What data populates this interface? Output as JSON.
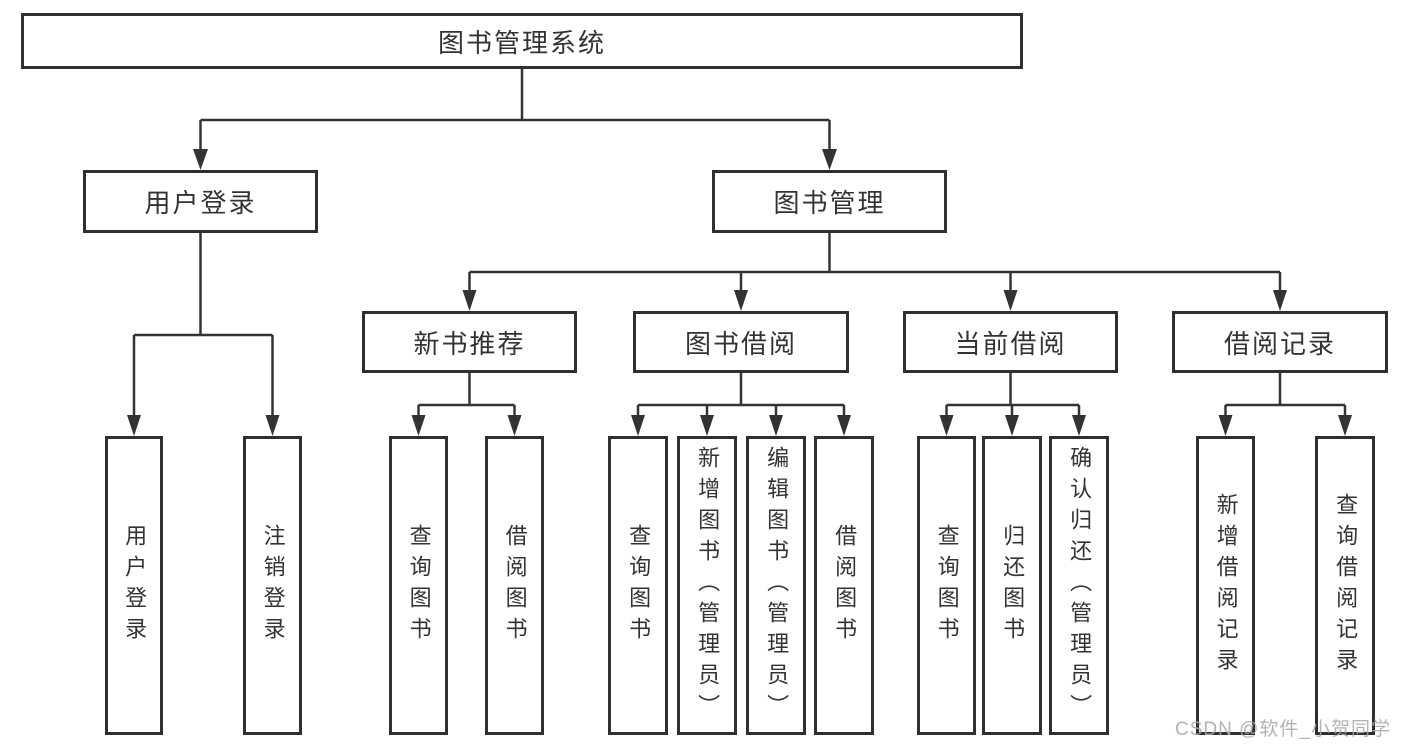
{
  "diagram_type": "hierarchy-tree",
  "watermark": "CSDN @软件_小贺同学",
  "colors": {
    "line": "#333333",
    "text": "#333333",
    "box_border": "#2f2f2f",
    "background": "#ffffff",
    "watermark": "#a8a8a8"
  },
  "tree": {
    "label": "图书管理系统",
    "children": [
      {
        "label": "用户登录",
        "children": [
          {
            "label": "用户登录"
          },
          {
            "label": "注销登录"
          }
        ]
      },
      {
        "label": "图书管理",
        "children": [
          {
            "label": "新书推荐",
            "children": [
              {
                "label": "查询图书"
              },
              {
                "label": "借阅图书"
              }
            ]
          },
          {
            "label": "图书借阅",
            "children": [
              {
                "label": "查询图书"
              },
              {
                "label": "新增图书（管理员）"
              },
              {
                "label": "编辑图书（管理员）"
              },
              {
                "label": "借阅图书"
              }
            ]
          },
          {
            "label": "当前借阅",
            "children": [
              {
                "label": "查询图书"
              },
              {
                "label": "归还图书"
              },
              {
                "label": "确认归还（管理员）"
              }
            ]
          },
          {
            "label": "借阅记录",
            "children": [
              {
                "label": "新增借阅记录"
              },
              {
                "label": "查询借阅记录"
              }
            ]
          }
        ]
      }
    ]
  }
}
